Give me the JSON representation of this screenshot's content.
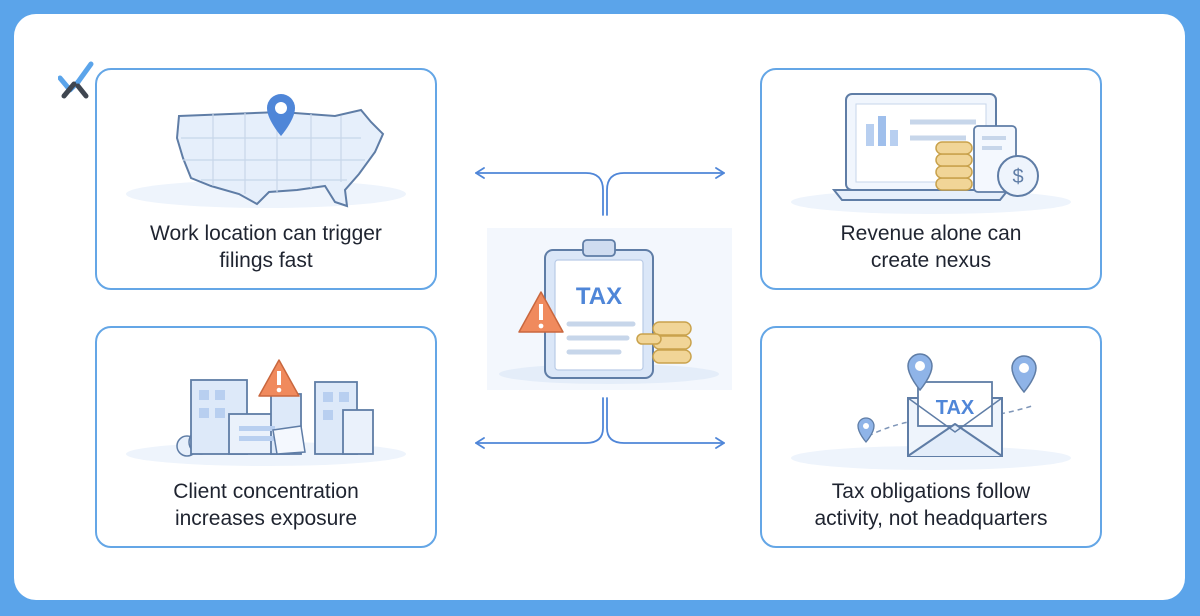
{
  "cards": {
    "work_location": {
      "caption_line1": "Work location can trigger",
      "caption_line2": "filings fast"
    },
    "revenue": {
      "caption_line1": "Revenue alone can",
      "caption_line2": "create nexus"
    },
    "client": {
      "caption_line1": "Client concentration",
      "caption_line2": "increases exposure"
    },
    "tax_obligations": {
      "caption_line1": "Tax obligations follow",
      "caption_line2": "activity, not headquarters"
    }
  },
  "center": {
    "clipboard_label": "TAX"
  },
  "envelope": {
    "label": "TAX"
  },
  "revenue_icon": {
    "symbol": "$"
  },
  "colors": {
    "frame": "#5ba4ea",
    "card_border": "#64a6e6",
    "accent": "#4f86d8",
    "warning": "#f08a5d",
    "coin": "#f1d597"
  }
}
